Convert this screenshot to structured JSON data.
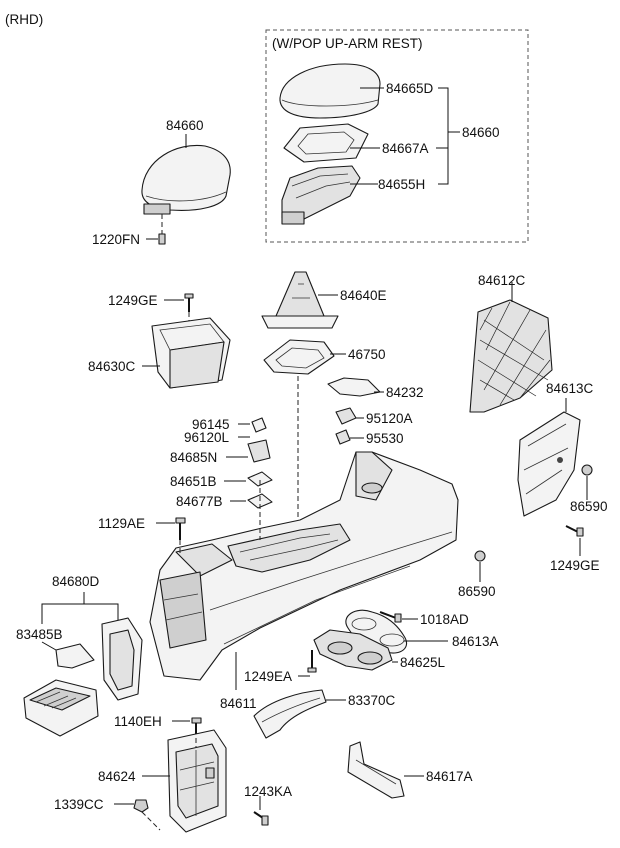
{
  "header": {
    "variant": "(RHD)"
  },
  "option_box": {
    "title": "(W/POP UP-ARM REST)"
  },
  "labels": {
    "l84665D": "84665D",
    "l84667A": "84667A",
    "l84655H": "84655H",
    "l84660_opt": "84660",
    "l84660": "84660",
    "l1220FN": "1220FN",
    "l1249GE_top": "1249GE",
    "l84630C": "84630C",
    "l84640E": "84640E",
    "l46750": "46750",
    "l84232": "84232",
    "l84612C": "84612C",
    "l84613C": "84613C",
    "l86590_right": "86590",
    "l1249GE_right": "1249GE",
    "l96145": "96145",
    "l96120L": "96120L",
    "l84685N": "84685N",
    "l95120A": "95120A",
    "l95530": "95530",
    "l84651B": "84651B",
    "l84677B": "84677B",
    "l1129AE": "1129AE",
    "l86590_mid": "86590",
    "l84680D": "84680D",
    "l83485B": "83485B",
    "l1018AD": "1018AD",
    "l84613A": "84613A",
    "l84625L": "84625L",
    "l1249EA": "1249EA",
    "l84611": "84611",
    "l83370C": "83370C",
    "l1140EH": "1140EH",
    "l84624": "84624",
    "l84617A": "84617A",
    "l1339CC": "1339CC",
    "l1243KA": "1243KA"
  }
}
